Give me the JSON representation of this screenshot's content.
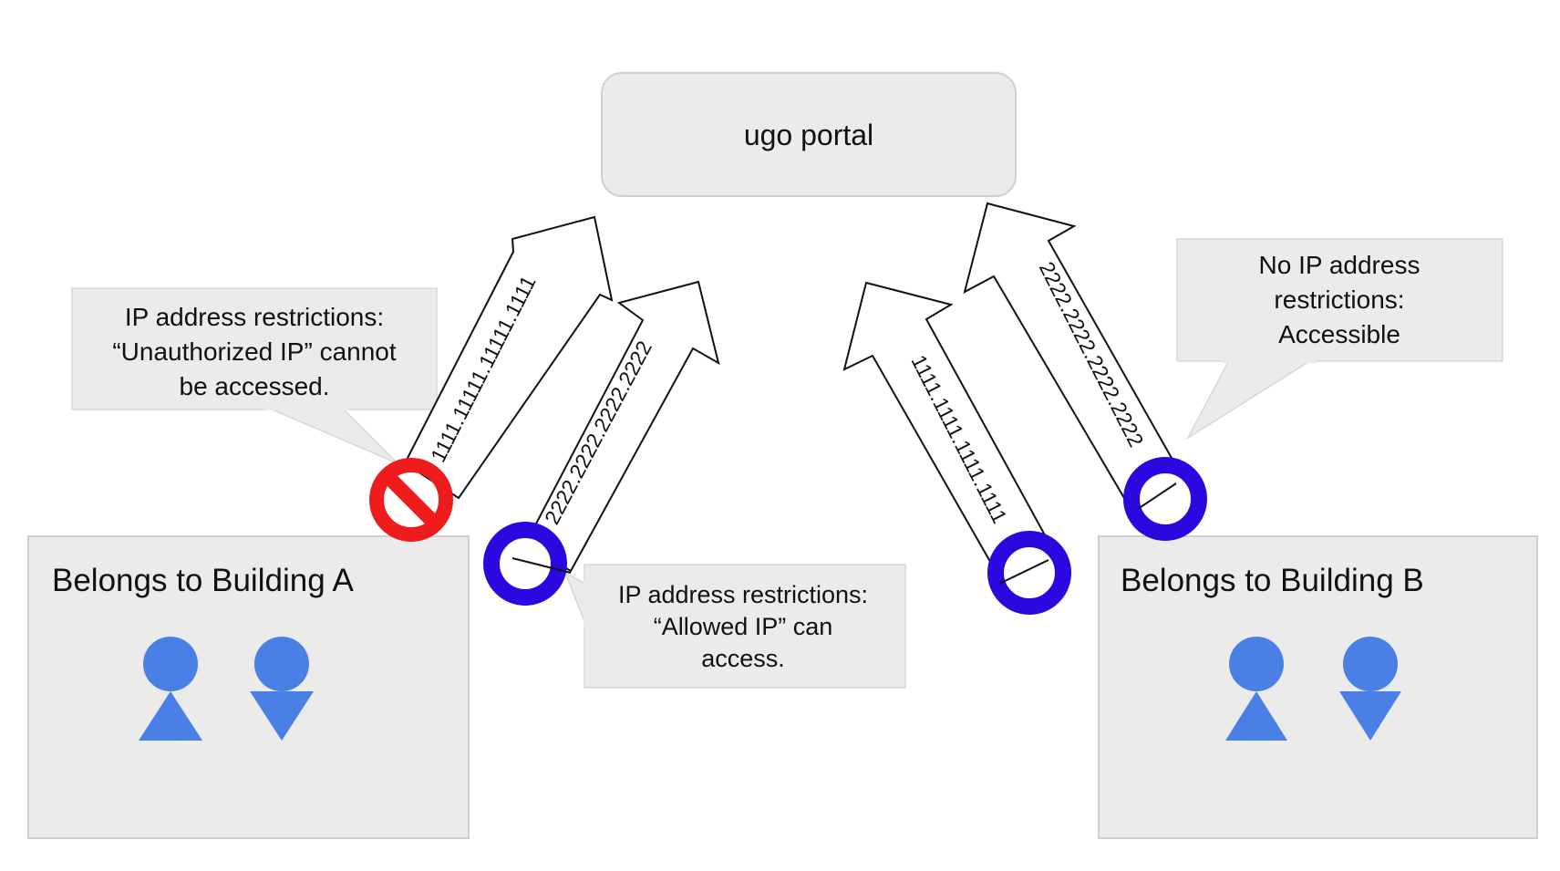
{
  "portal": {
    "label": "ugo portal"
  },
  "building_a": {
    "label": "Belongs to Building A"
  },
  "building_b": {
    "label": "Belongs to Building B"
  },
  "callouts": {
    "restricted_denied": {
      "lines": [
        "IP address restrictions:",
        "“Unauthorized IP” cannot",
        "be accessed."
      ]
    },
    "restricted_allowed": {
      "lines": [
        "IP address restrictions:",
        "“Allowed IP” can",
        "access."
      ]
    },
    "unrestricted": {
      "lines": [
        "No IP address",
        "restrictions:",
        "Accessible"
      ]
    }
  },
  "connections": {
    "a_unauthorized": {
      "ip": "1111.11111.11111.1111",
      "status": "blocked"
    },
    "a_allowed": {
      "ip": "2222.2222.2222.2222",
      "status": "allowed"
    },
    "b_first": {
      "ip": "1111.1111.1111.1111",
      "status": "allowed"
    },
    "b_second": {
      "ip": "2222.2222.2222.2222",
      "status": "allowed"
    }
  },
  "colors": {
    "blocked": "#ee1c1c",
    "allowed": "#2a08e0",
    "person": "#4a7fe6",
    "box": "#ebebeb"
  },
  "icons": {
    "blocked": "prohibited-icon",
    "allowed": "ring-icon",
    "user": "person-icon"
  }
}
